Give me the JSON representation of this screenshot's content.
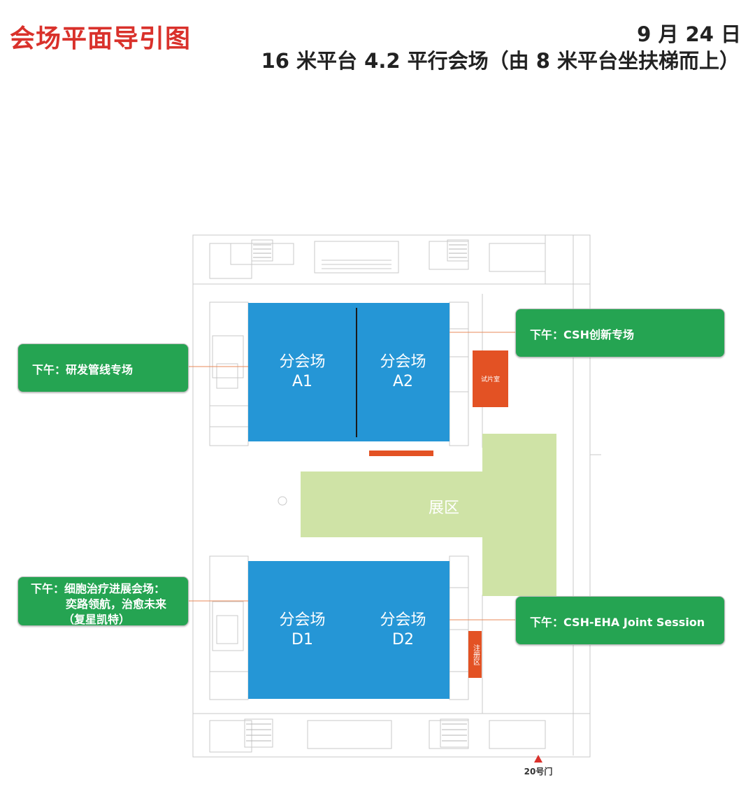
{
  "header": {
    "title": "会场平面导引图",
    "date": "9 月 24 日",
    "subtitle": "16 米平台 4.2 平行会场（由 8 米平台坐扶梯而上）"
  },
  "halls": {
    "a1": {
      "line1": "分会场",
      "line2": "A1"
    },
    "a2": {
      "line1": "分会场",
      "line2": "A2"
    },
    "d1": {
      "line1": "分会场",
      "line2": "D1"
    },
    "d2": {
      "line1": "分会场",
      "line2": "D2"
    }
  },
  "expo": {
    "label": "展区"
  },
  "rooms": {
    "trial_room": "试片室",
    "registration": "注册区"
  },
  "callouts": {
    "a1": {
      "text": "下午：研发管线专场"
    },
    "a2": {
      "text": "下午：CSH创新专场"
    },
    "d1": {
      "line1": "下午：细胞治疗进展会场：",
      "line2": "奕路领航，治愈未来",
      "line3": "（复星凯特）"
    },
    "d2": {
      "text": "下午：CSH-EHA Joint Session"
    }
  },
  "entrance": {
    "label": "20号门"
  },
  "colors": {
    "title_red": "#d9312b",
    "hall_blue": "#2596d6",
    "expo_green": "#cfe3a6",
    "callout_green": "#25a452",
    "room_orange": "#e35224",
    "leader_line": "#e98a5a"
  }
}
